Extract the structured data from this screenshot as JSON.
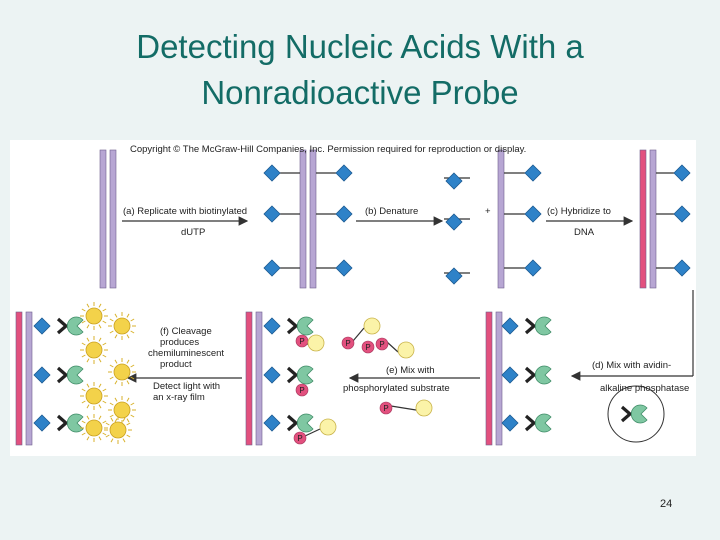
{
  "slide": {
    "title_line1": "Detecting Nucleic Acids With a",
    "title_line2": "Nonradioactive Probe",
    "page_number": "24"
  },
  "figure": {
    "copyright": "Copyright © The McGraw-Hill Companies, Inc. Permission required for reproduction or display.",
    "step_a_line1": "(a) Replicate with biotinylated",
    "step_a_line2": "dUTP",
    "step_b": "(b) Denature",
    "plus_sign": "+",
    "step_c_line1": "(c) Hybridize to",
    "step_c_line2": "DNA",
    "step_d_line1": "(d) Mix with avidin-",
    "step_d_line2": "alkaline phosphatase",
    "step_e_line1": "(e) Mix with",
    "step_e_line2": "phosphorylated substrate",
    "step_f_line1": "(f) Cleavage",
    "step_f_line2": "produces",
    "step_f_line3": "chemiluminescent",
    "step_f_line4": "product",
    "detect_line1": "Detect light with",
    "detect_line2": "an x-ray film",
    "phosphate_label": "P",
    "colors": {
      "probe_strand": "#b7a6d3",
      "target_strand": "#e2507e",
      "biotin": "#2e82c8",
      "enzyme": "#7fc7a2",
      "light": "#f3d24a"
    }
  }
}
